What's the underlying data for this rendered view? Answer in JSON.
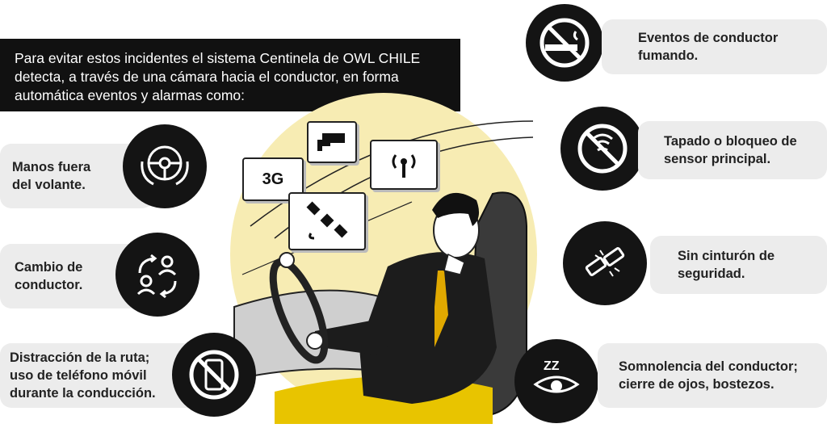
{
  "intro": {
    "line1": "Para evitar estos incidentes el sistema Centinela de OWL CHILE",
    "line2": "detecta, a través de una cámara hacia el conductor, en forma",
    "line3": "automática eventos y alarmas como:"
  },
  "left_items": [
    {
      "line1": "Manos fuera",
      "line2": "del volante.",
      "icon": "hands-on-steering-wheel-icon"
    },
    {
      "line1": "Cambio de",
      "line2": "conductor.",
      "icon": "driver-swap-icon"
    },
    {
      "line1": "Distracción de la ruta;",
      "line2": "uso de teléfono móvil",
      "line3": "durante la conducción.",
      "icon": "no-phone-icon"
    }
  ],
  "right_items": [
    {
      "line1": "Eventos de conductor",
      "line2": "fumando.",
      "icon": "no-smoking-icon"
    },
    {
      "line1": "Tapado o bloqueo de",
      "line2": "sensor principal.",
      "icon": "blocked-sensor-icon"
    },
    {
      "line1": "Sin cinturón de",
      "line2": "seguridad.",
      "icon": "seatbelt-icon"
    },
    {
      "line1": "Somnolencia del conductor;",
      "line2": "cierre de ojos, bostezos.",
      "icon": "drowsy-eye-icon"
    }
  ],
  "cards": {
    "label_3g": "3G"
  },
  "colors": {
    "dark": "#141414",
    "pill": "#ececec",
    "accent": "#f7ecb3",
    "tie": "#e0a800"
  }
}
